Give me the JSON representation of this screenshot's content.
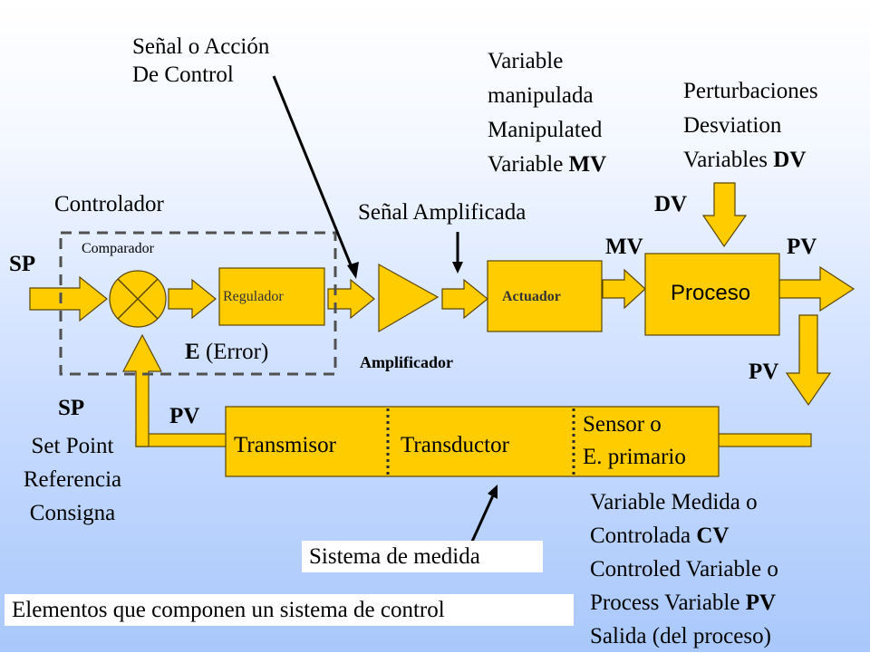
{
  "labels": {
    "senal_accion": [
      "Señal o Acción",
      "De Control"
    ],
    "var_manipulada": [
      "Variable",
      "manipulada",
      "Manipulated"
    ],
    "var_mv_prefix": "Variable ",
    "var_mv_bold": "MV",
    "perturbaciones": [
      "Perturbaciones",
      "Desviation"
    ],
    "pert_var_prefix": "Variables ",
    "pert_var_bold": "DV",
    "controlador": "Controlador",
    "senal_amplificada": "Señal Amplificada",
    "dv": "DV",
    "mv": "MV",
    "pv_top": "PV",
    "sp_left": "SP",
    "comparador": "Comparador",
    "regulador": "Regulador",
    "actuador": "Actuador",
    "proceso": "Proceso",
    "error_bold": "E",
    "error_rest": " (Error)",
    "amplificador": "Amplificador",
    "pv_right": "PV",
    "sp_bottom": "SP",
    "pv_feedback": "PV",
    "set_point": [
      "Set Point",
      "Referencia",
      "Consigna"
    ],
    "transmisor": "Transmisor",
    "transductor": "Transductor",
    "sensor": [
      "Sensor o",
      "E. primario"
    ],
    "variable_medida": "Variable Medida o",
    "controlada_prefix": "Controlada ",
    "controlada_bold": "CV",
    "controled": "Controled Variable o",
    "process_prefix": "Process Variable ",
    "process_bold": "PV",
    "salida": "Salida (del proceso)",
    "sistema_medida": "Sistema de medida",
    "titulo": "Elementos que componen un sistema de control"
  },
  "colors": {
    "block_fill": "#FFCC00",
    "block_stroke": "#5a4500",
    "dashed_box": "#505050",
    "pointer": "#000000"
  }
}
